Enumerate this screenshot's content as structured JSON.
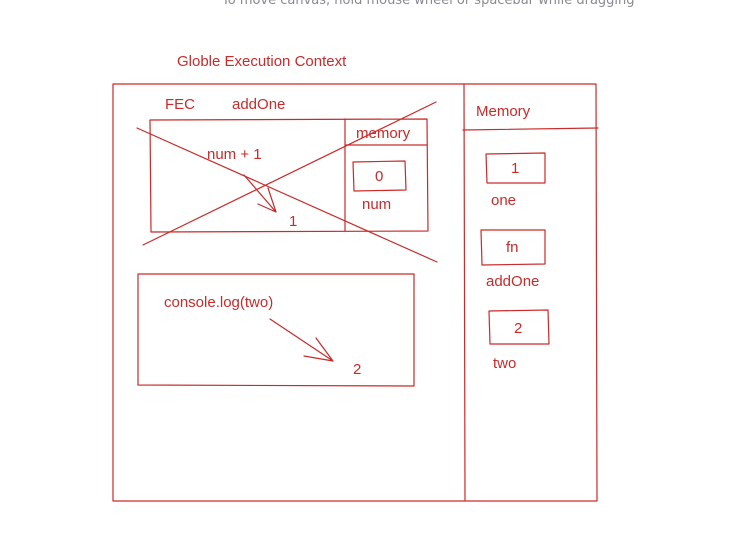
{
  "hint": "To move canvas, hold mouse wheel or spacebar while dragging",
  "colors": {
    "ink": "#c92a2a",
    "hint": "#8a8a93",
    "background": "#ffffff"
  },
  "gec": {
    "title": "Globle Execution Context",
    "memory_header": "Memory",
    "memory_items": [
      {
        "value": "1",
        "name": "one"
      },
      {
        "value": "fn",
        "name": "addOne"
      },
      {
        "value": "2",
        "name": "two"
      }
    ]
  },
  "fec": {
    "label": "FEC",
    "function_name": "addOne",
    "code": "num + 1",
    "result": "1",
    "memory_header": "memory",
    "memory_value": "0",
    "memory_name": "num",
    "crossed_out": true
  },
  "log_box": {
    "code": "console.log(two)",
    "output": "2"
  }
}
